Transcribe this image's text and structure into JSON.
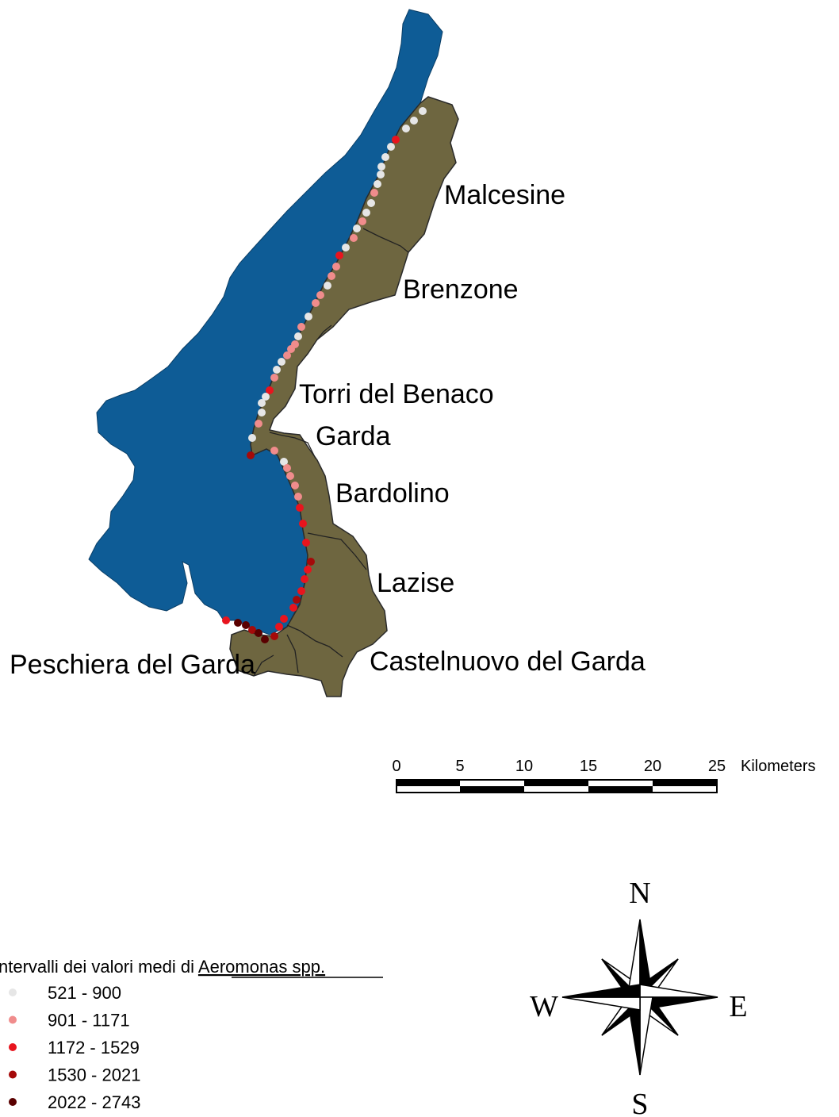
{
  "towns": [
    "Malcesine",
    "Brenzone",
    "Torri del Benaco",
    "Garda",
    "Bardolino",
    "Lazise",
    "Castelnuovo del Garda",
    "Peschiera del Garda"
  ],
  "scale_bar": {
    "ticks": [
      "0",
      "5",
      "10",
      "15",
      "20",
      "25"
    ],
    "unit": "Kilometers"
  },
  "legend": {
    "title_prefix": "ntervalli dei valori medi di ",
    "title_taxon": "Aeromonas spp.",
    "classes": [
      {
        "label": "521 - 900",
        "color": "#e6e6e6"
      },
      {
        "label": "901 - 1171",
        "color": "#f08c8c"
      },
      {
        "label": "1172 - 1529",
        "color": "#e8141e"
      },
      {
        "label": "1530 - 2021",
        "color": "#a50a0a"
      },
      {
        "label": "2022 - 2743",
        "color": "#5a0000"
      }
    ]
  },
  "compass": {
    "n": "N",
    "s": "S",
    "e": "E",
    "w": "W"
  },
  "colors": {
    "lake": "#0e5c96",
    "land": "#6e6640",
    "border": "#2a2a2a"
  }
}
